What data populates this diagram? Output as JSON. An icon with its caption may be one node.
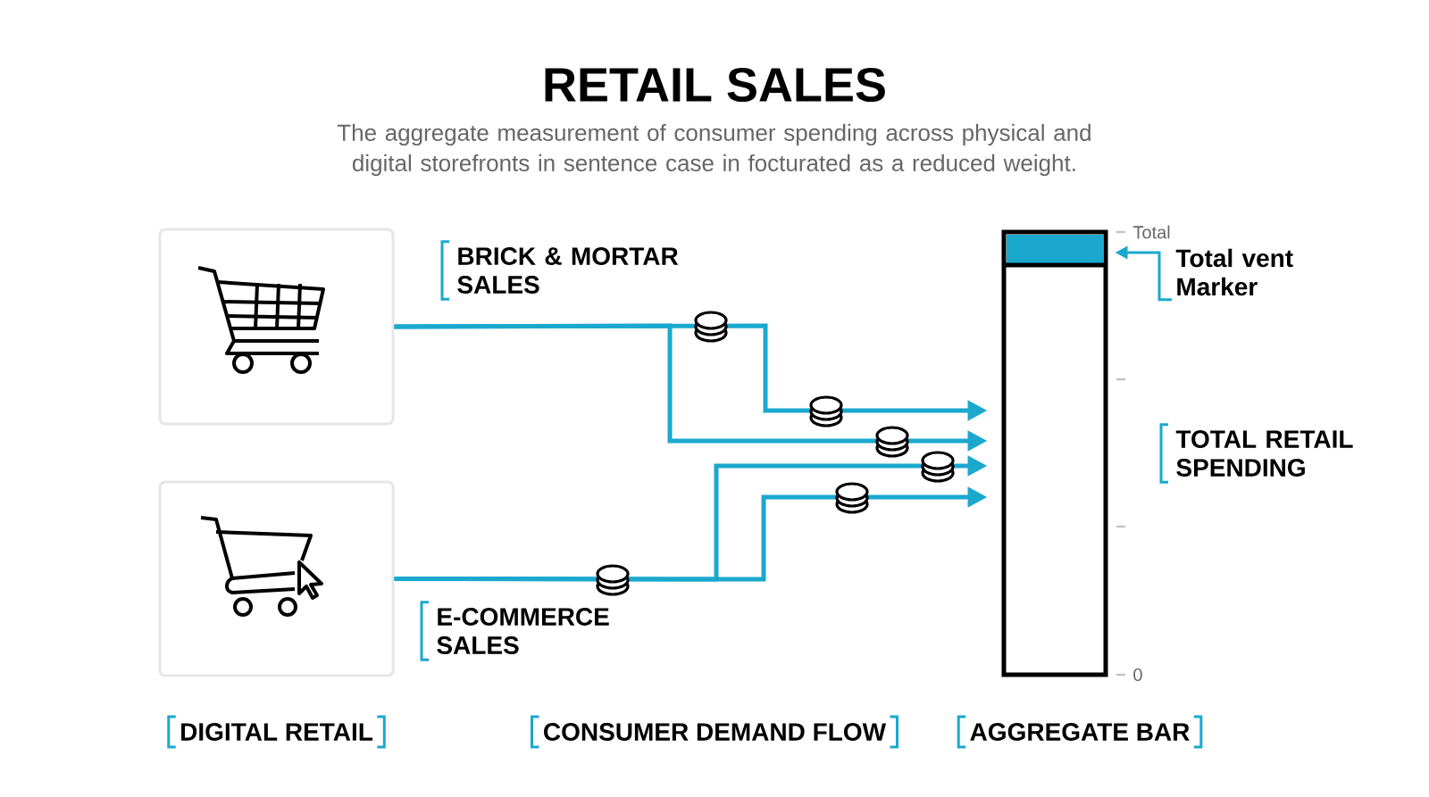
{
  "diagram": {
    "title": "RETAIL SALES",
    "caption": "The aggregate measurement of consumer spending across physical and digital storefronts in sentence case in focturated as a reduced weight.",
    "nodes": [
      {
        "text": [],
        "shape": "box"
      },
      {
        "text": [],
        "shape": "box",
        "beside": [
          "DIGITAL RETAIL"
        ]
      },
      {
        "text": [],
        "shape": "bar"
      },
      {
        "text": [
          "Total vent Marker"
        ]
      }
    ],
    "edges": [
      {
        "from": 0,
        "to": 2,
        "arrow": "to"
      },
      {
        "from": 0,
        "to": 2,
        "arrow": "to"
      },
      {
        "from": 1,
        "to": 2,
        "arrow": "to"
      },
      {
        "from": 1,
        "to": 2,
        "arrow": "to"
      },
      {
        "from": 3,
        "to": 2,
        "arrow": "to"
      }
    ],
    "labels": [
      "Total",
      "BRICK & MORTAR SALES",
      "TOTAL RETAIL SPENDING",
      "E-COMMERCE SALES",
      "0",
      "CONSUMER DEMAND FLOW",
      "AGGREGATE BAR"
    ]
  }
}
